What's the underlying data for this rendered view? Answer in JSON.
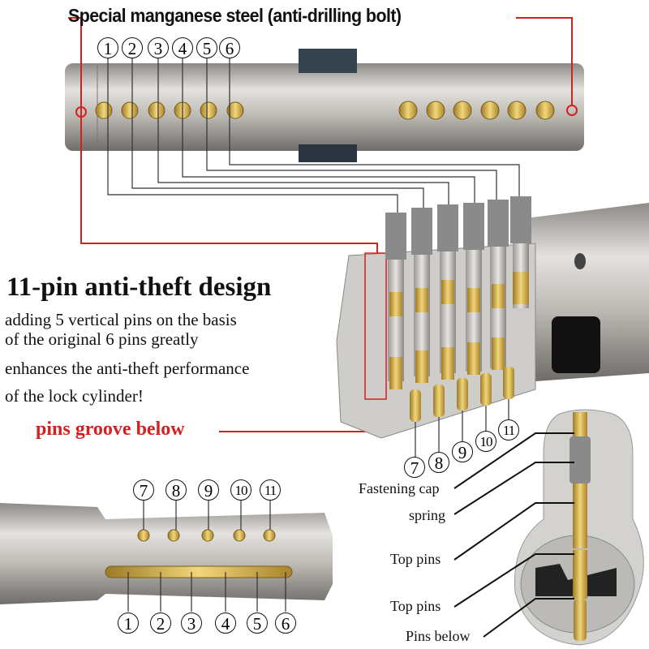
{
  "header": {
    "title": "Special manganese steel (anti-drilling bolt)"
  },
  "feature": {
    "heading": "11-pin anti-theft design",
    "lines": [
      "adding 5 vertical pins on the basis",
      "of the original 6 pins greatly",
      "enhances the anti-theft performance",
      "of the lock cylinder!"
    ]
  },
  "callout": {
    "groove": "pins groove below"
  },
  "top_pin_numbers": [
    "1",
    "2",
    "3",
    "4",
    "5",
    "6"
  ],
  "side_pin_numbers": [
    "7",
    "8",
    "9",
    "10",
    "11"
  ],
  "key_top_numbers": [
    "7",
    "8",
    "9",
    "10",
    "11"
  ],
  "key_bottom_numbers": [
    "1",
    "2",
    "3",
    "4",
    "5",
    "6"
  ],
  "parts": {
    "cap": "Fastening cap",
    "spring": "spring",
    "top1": "Top pins",
    "top2": "Top pins",
    "below": "Pins below"
  },
  "colors": {
    "accent": "#d42020",
    "brass": "#d9b34a",
    "steel": "#b9b6b1"
  }
}
